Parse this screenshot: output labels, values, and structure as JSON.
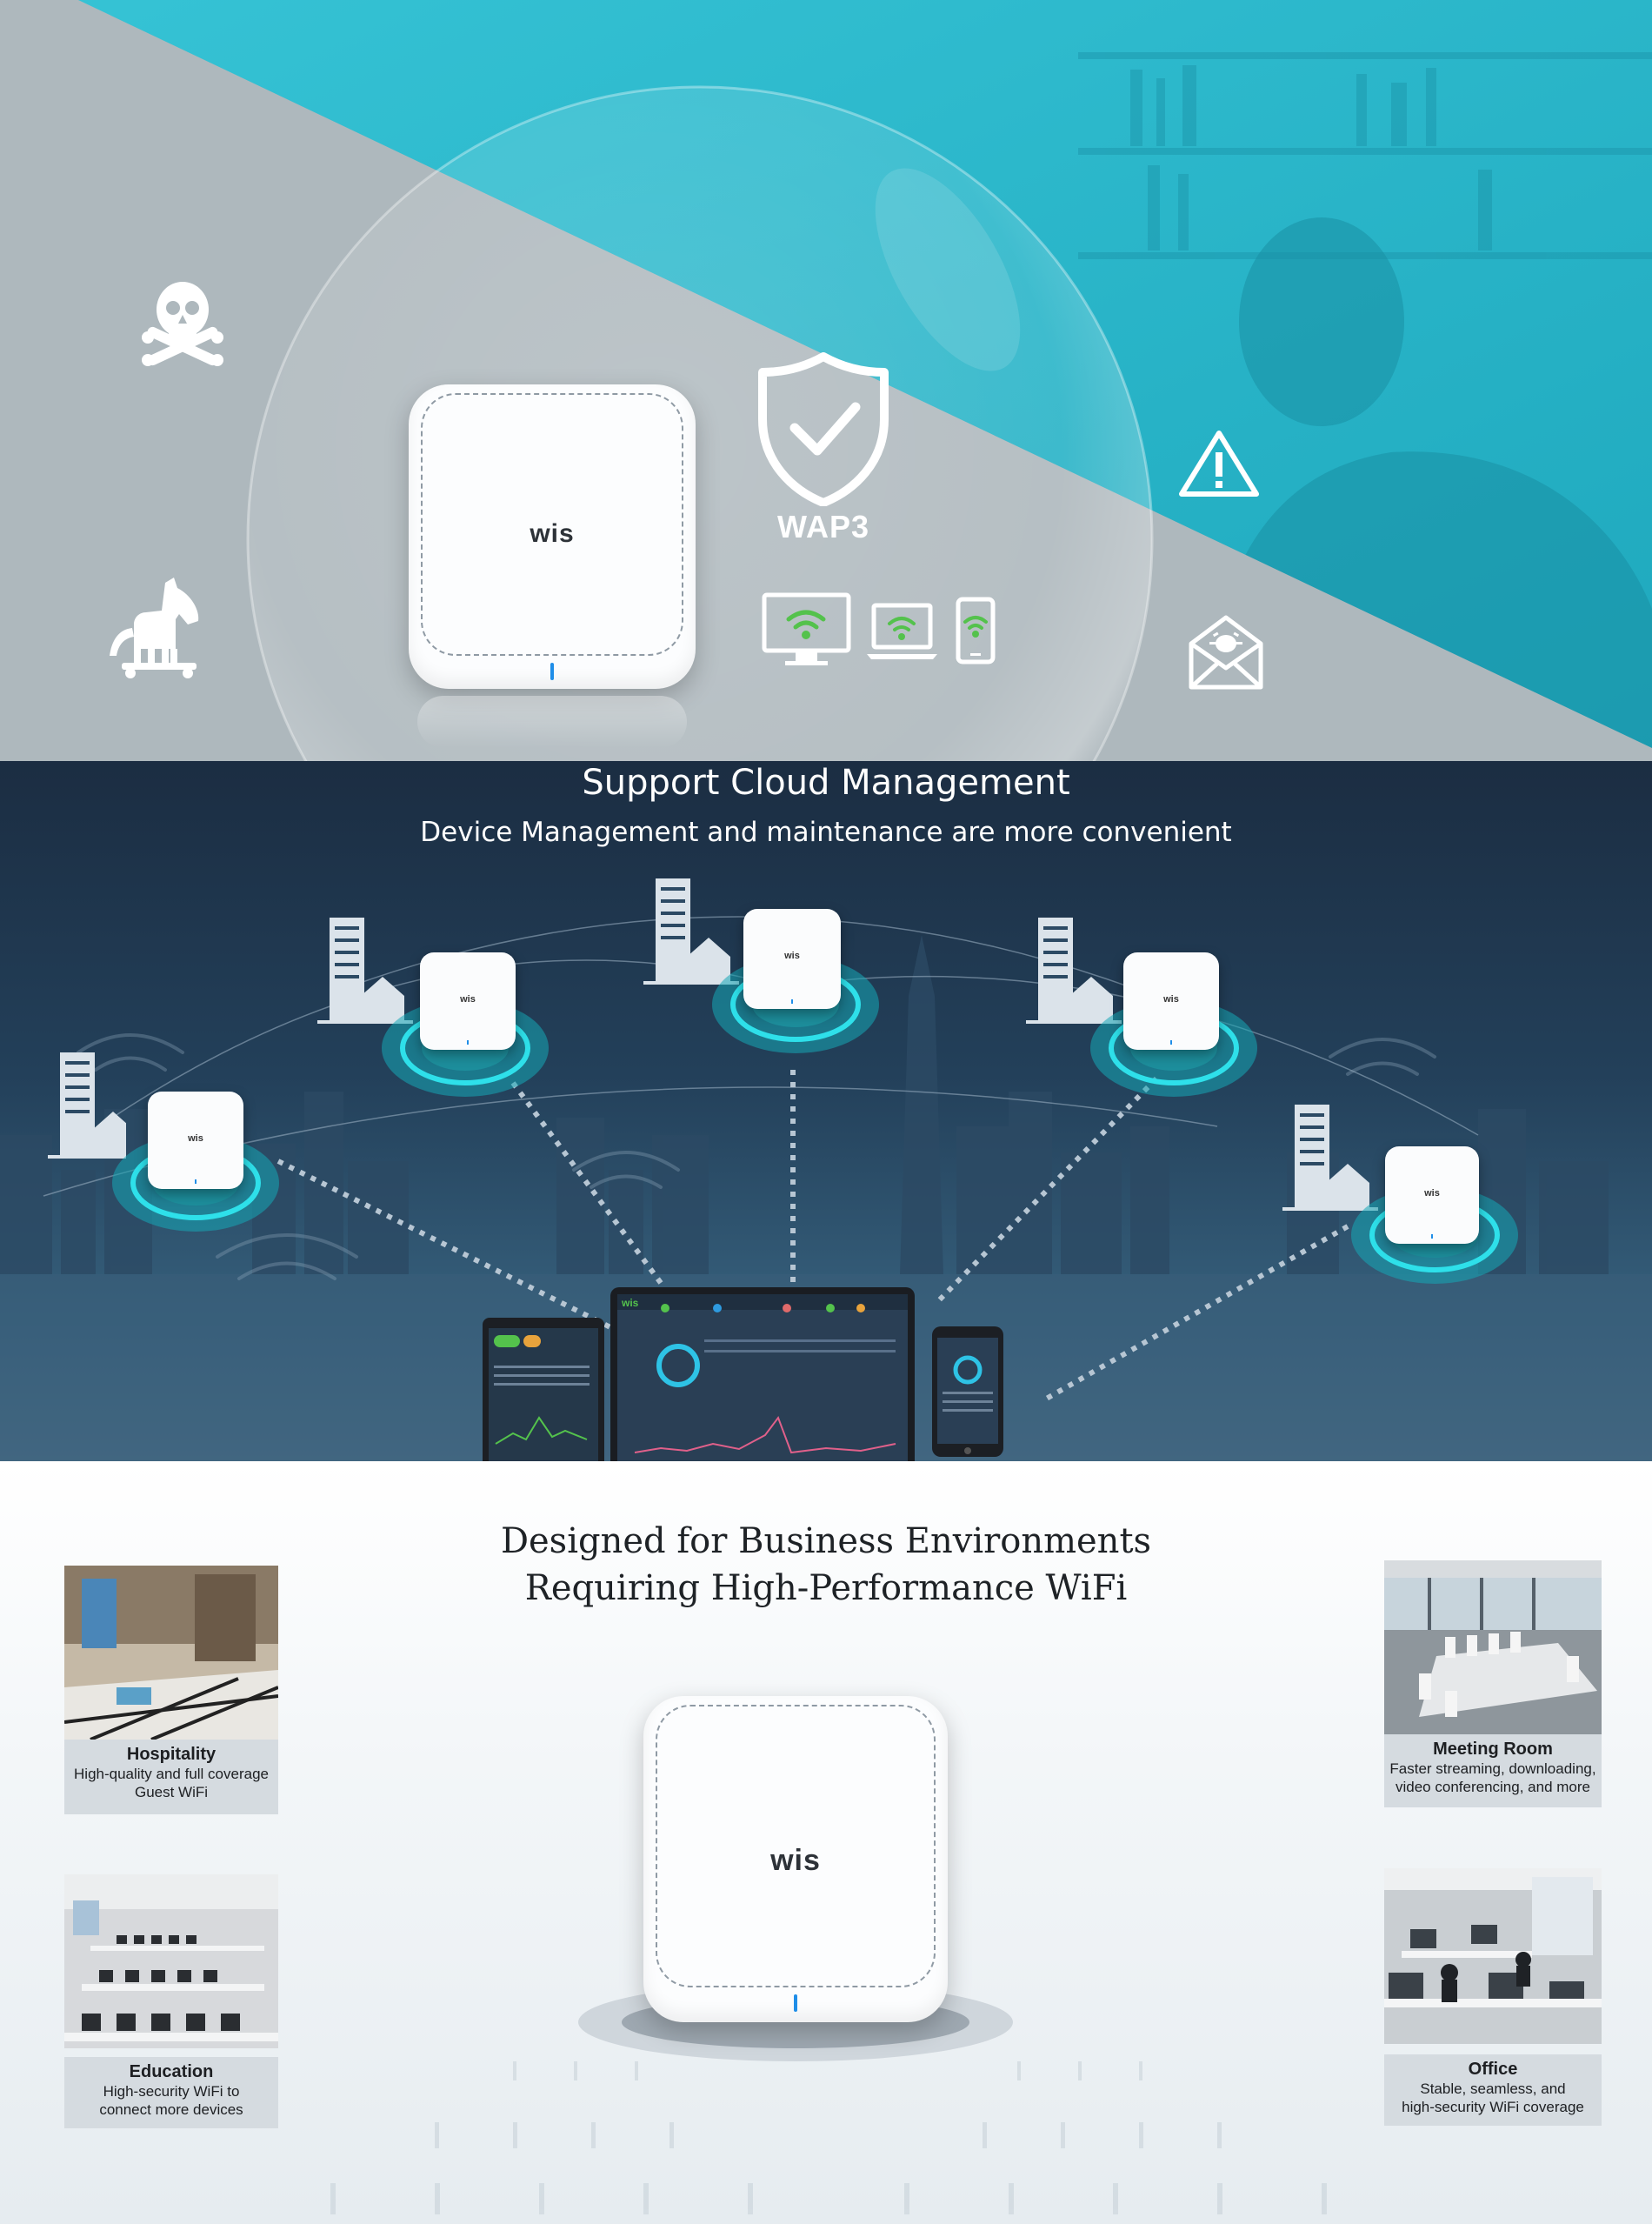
{
  "colors": {
    "teal": "#26b4c9",
    "grey_overlay": "#aeb8bd",
    "navy": "#1b2d42",
    "ring_teal": "#22c3cf",
    "wifi_green": "#54c24c",
    "led_blue": "#1f8ee8"
  },
  "hero": {
    "device_logo": "wis",
    "shield_label": "WAP3",
    "threat_icons": [
      "skull-crossbones-icon",
      "trojan-horse-icon",
      "warning-triangle-icon",
      "virus-mail-icon"
    ],
    "client_icons": [
      "monitor-wifi-icon",
      "laptop-wifi-icon",
      "phone-wifi-icon"
    ]
  },
  "cloud": {
    "title": "Support Cloud Management",
    "subtitle": "Device Management and maintenance are more convenient",
    "node_logo": "wis"
  },
  "business": {
    "title_line1": "Designed for Business Environments",
    "title_line2": "Requiring High-Performance WiFi",
    "device_logo": "wis",
    "scenarios": [
      {
        "title": "Hospitality",
        "line1": "High-quality and full coverage",
        "line2": "Guest WiFi"
      },
      {
        "title": "Education",
        "line1": "High-security WiFi to",
        "line2": "connect more devices"
      },
      {
        "title": "Meeting Room",
        "line1": "Faster streaming, downloading,",
        "line2": "video conferencing, and more"
      },
      {
        "title": "Office",
        "line1": "Stable, seamless, and",
        "line2": "high-security WiFi coverage"
      }
    ]
  }
}
